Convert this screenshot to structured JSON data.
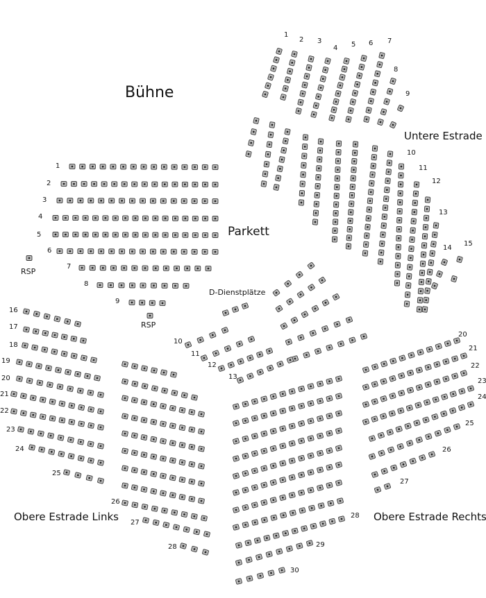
{
  "title": "Bühne",
  "labels": {
    "parkett": "Parkett",
    "untere": "Untere Estrade",
    "dienst": "D-Dienstplätze",
    "links": "Obere Estrade Links",
    "rechts": "Obere Estrade Rechts",
    "rsp": "RSP"
  },
  "row_numbers": {
    "untere": [
      "1",
      "2",
      "3",
      "4",
      "5",
      "6",
      "7",
      "8",
      "9",
      "10",
      "11",
      "12",
      "13",
      "14",
      "15"
    ],
    "parkett": [
      "1",
      "2",
      "3",
      "4",
      "5",
      "6",
      "7",
      "8",
      "9"
    ],
    "dienst": [
      "10",
      "11",
      "12",
      "13"
    ],
    "links": [
      "16",
      "17",
      "18",
      "19",
      "20",
      "21",
      "22",
      "23",
      "24",
      "25",
      "26",
      "27",
      "28"
    ],
    "mitte": [
      "28",
      "29",
      "30"
    ],
    "rechts": [
      "20",
      "21",
      "22",
      "23",
      "24",
      "25",
      "26",
      "27"
    ]
  }
}
